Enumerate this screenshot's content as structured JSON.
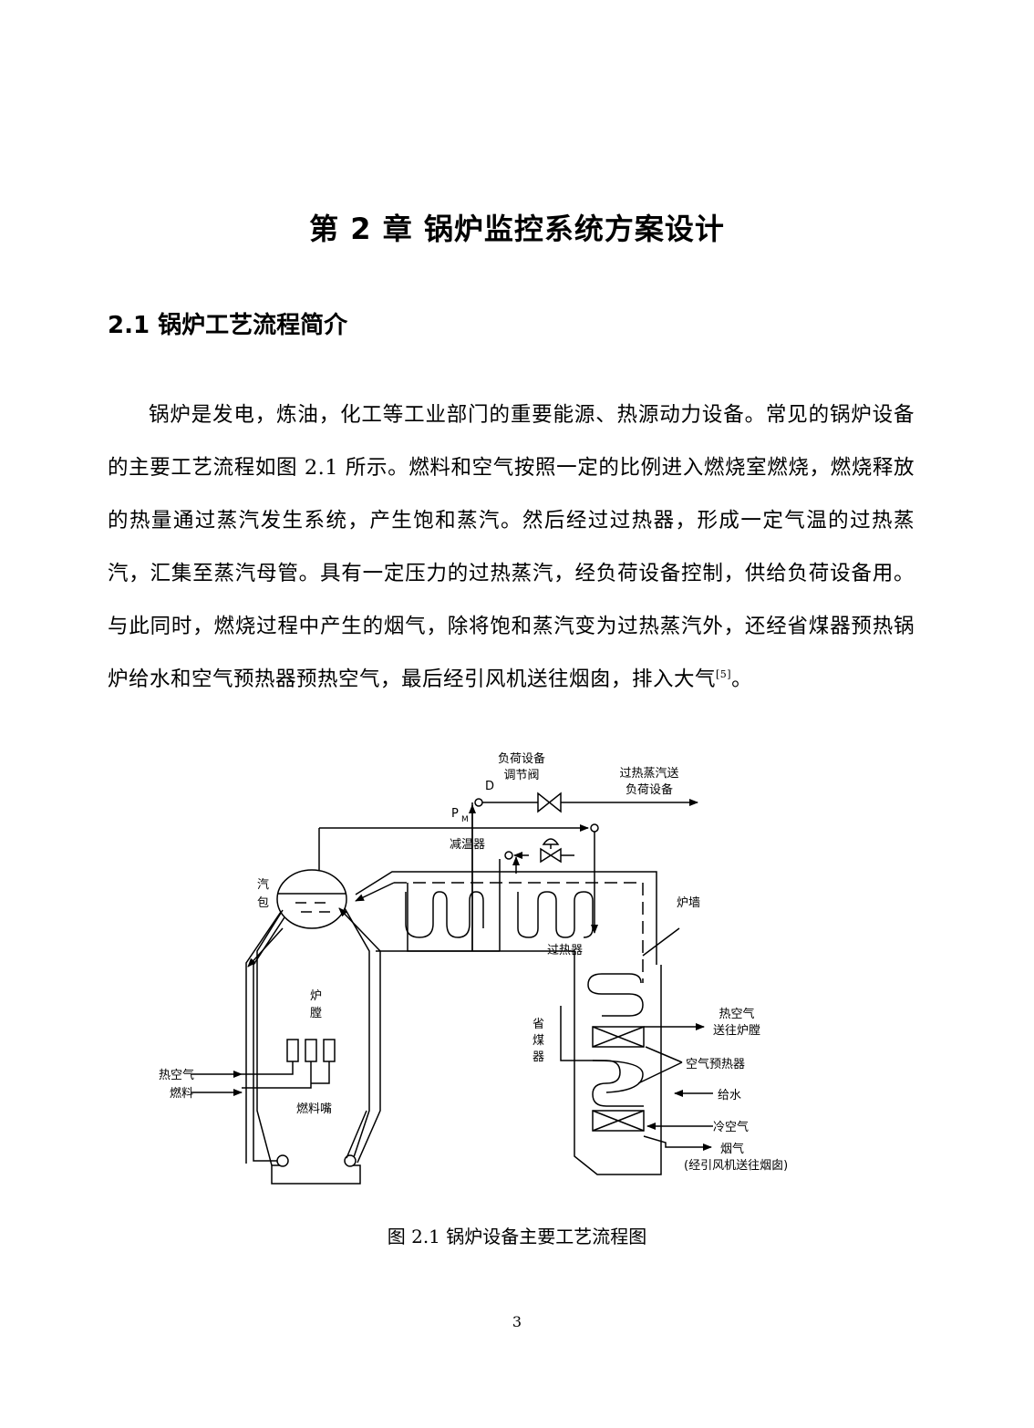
{
  "chapter_title": "第 2 章  锅炉监控系统方案设计",
  "section_title": "2.1 锅炉工艺流程简介",
  "paragraph": {
    "text": "锅炉是发电，炼油，化工等工业部门的重要能源、热源动力设备。常见的锅炉设备的主要工艺流程如图 2.1 所示。燃料和空气按照一定的比例进入燃烧室燃烧，燃烧释放的热量通过蒸汽发生系统，产生饱和蒸汽。然后经过过热器，形成一定气温的过热蒸汽，汇集至蒸汽母管。具有一定压力的过热蒸汽，经负荷设备控制，供给负荷设备用。与此同时，燃烧过程中产生的烟气，除将饱和蒸汽变为过热蒸汽外，还经省煤器预热锅炉给水和空气预热器预热空气，最后经引风机送往烟囱，排入大气",
    "citation": "[5]",
    "end": "。"
  },
  "figure": {
    "labels": {
      "valve_label_1": "负荷设备",
      "valve_label_2": "调节阀",
      "output_label_1": "过热蒸汽送",
      "output_label_2": "负荷设备",
      "d": "D",
      "pm": "P",
      "pm_sub": "M",
      "desuperheater": "减温器",
      "drum_1": "汽",
      "drum_2": "包",
      "furnace_wall": "炉墙",
      "superheater": "过热器",
      "furnace_1": "炉",
      "furnace_2": "膛",
      "economizer_1": "省",
      "economizer_2": "煤",
      "economizer_3": "器",
      "hot_air_out_1": "热空气",
      "hot_air_out_2": "送往炉膛",
      "air_preheater": "空气预热器",
      "feedwater": "给水",
      "cold_air": "冷空气",
      "flue_gas": "烟气",
      "flue_gas_note": "(经引风机送往烟囱)",
      "hot_air_in": "热空气",
      "fuel_in": "燃料",
      "burner": "燃料嘴"
    }
  },
  "caption": "图 2.1  锅炉设备主要工艺流程图",
  "page_number": "3"
}
